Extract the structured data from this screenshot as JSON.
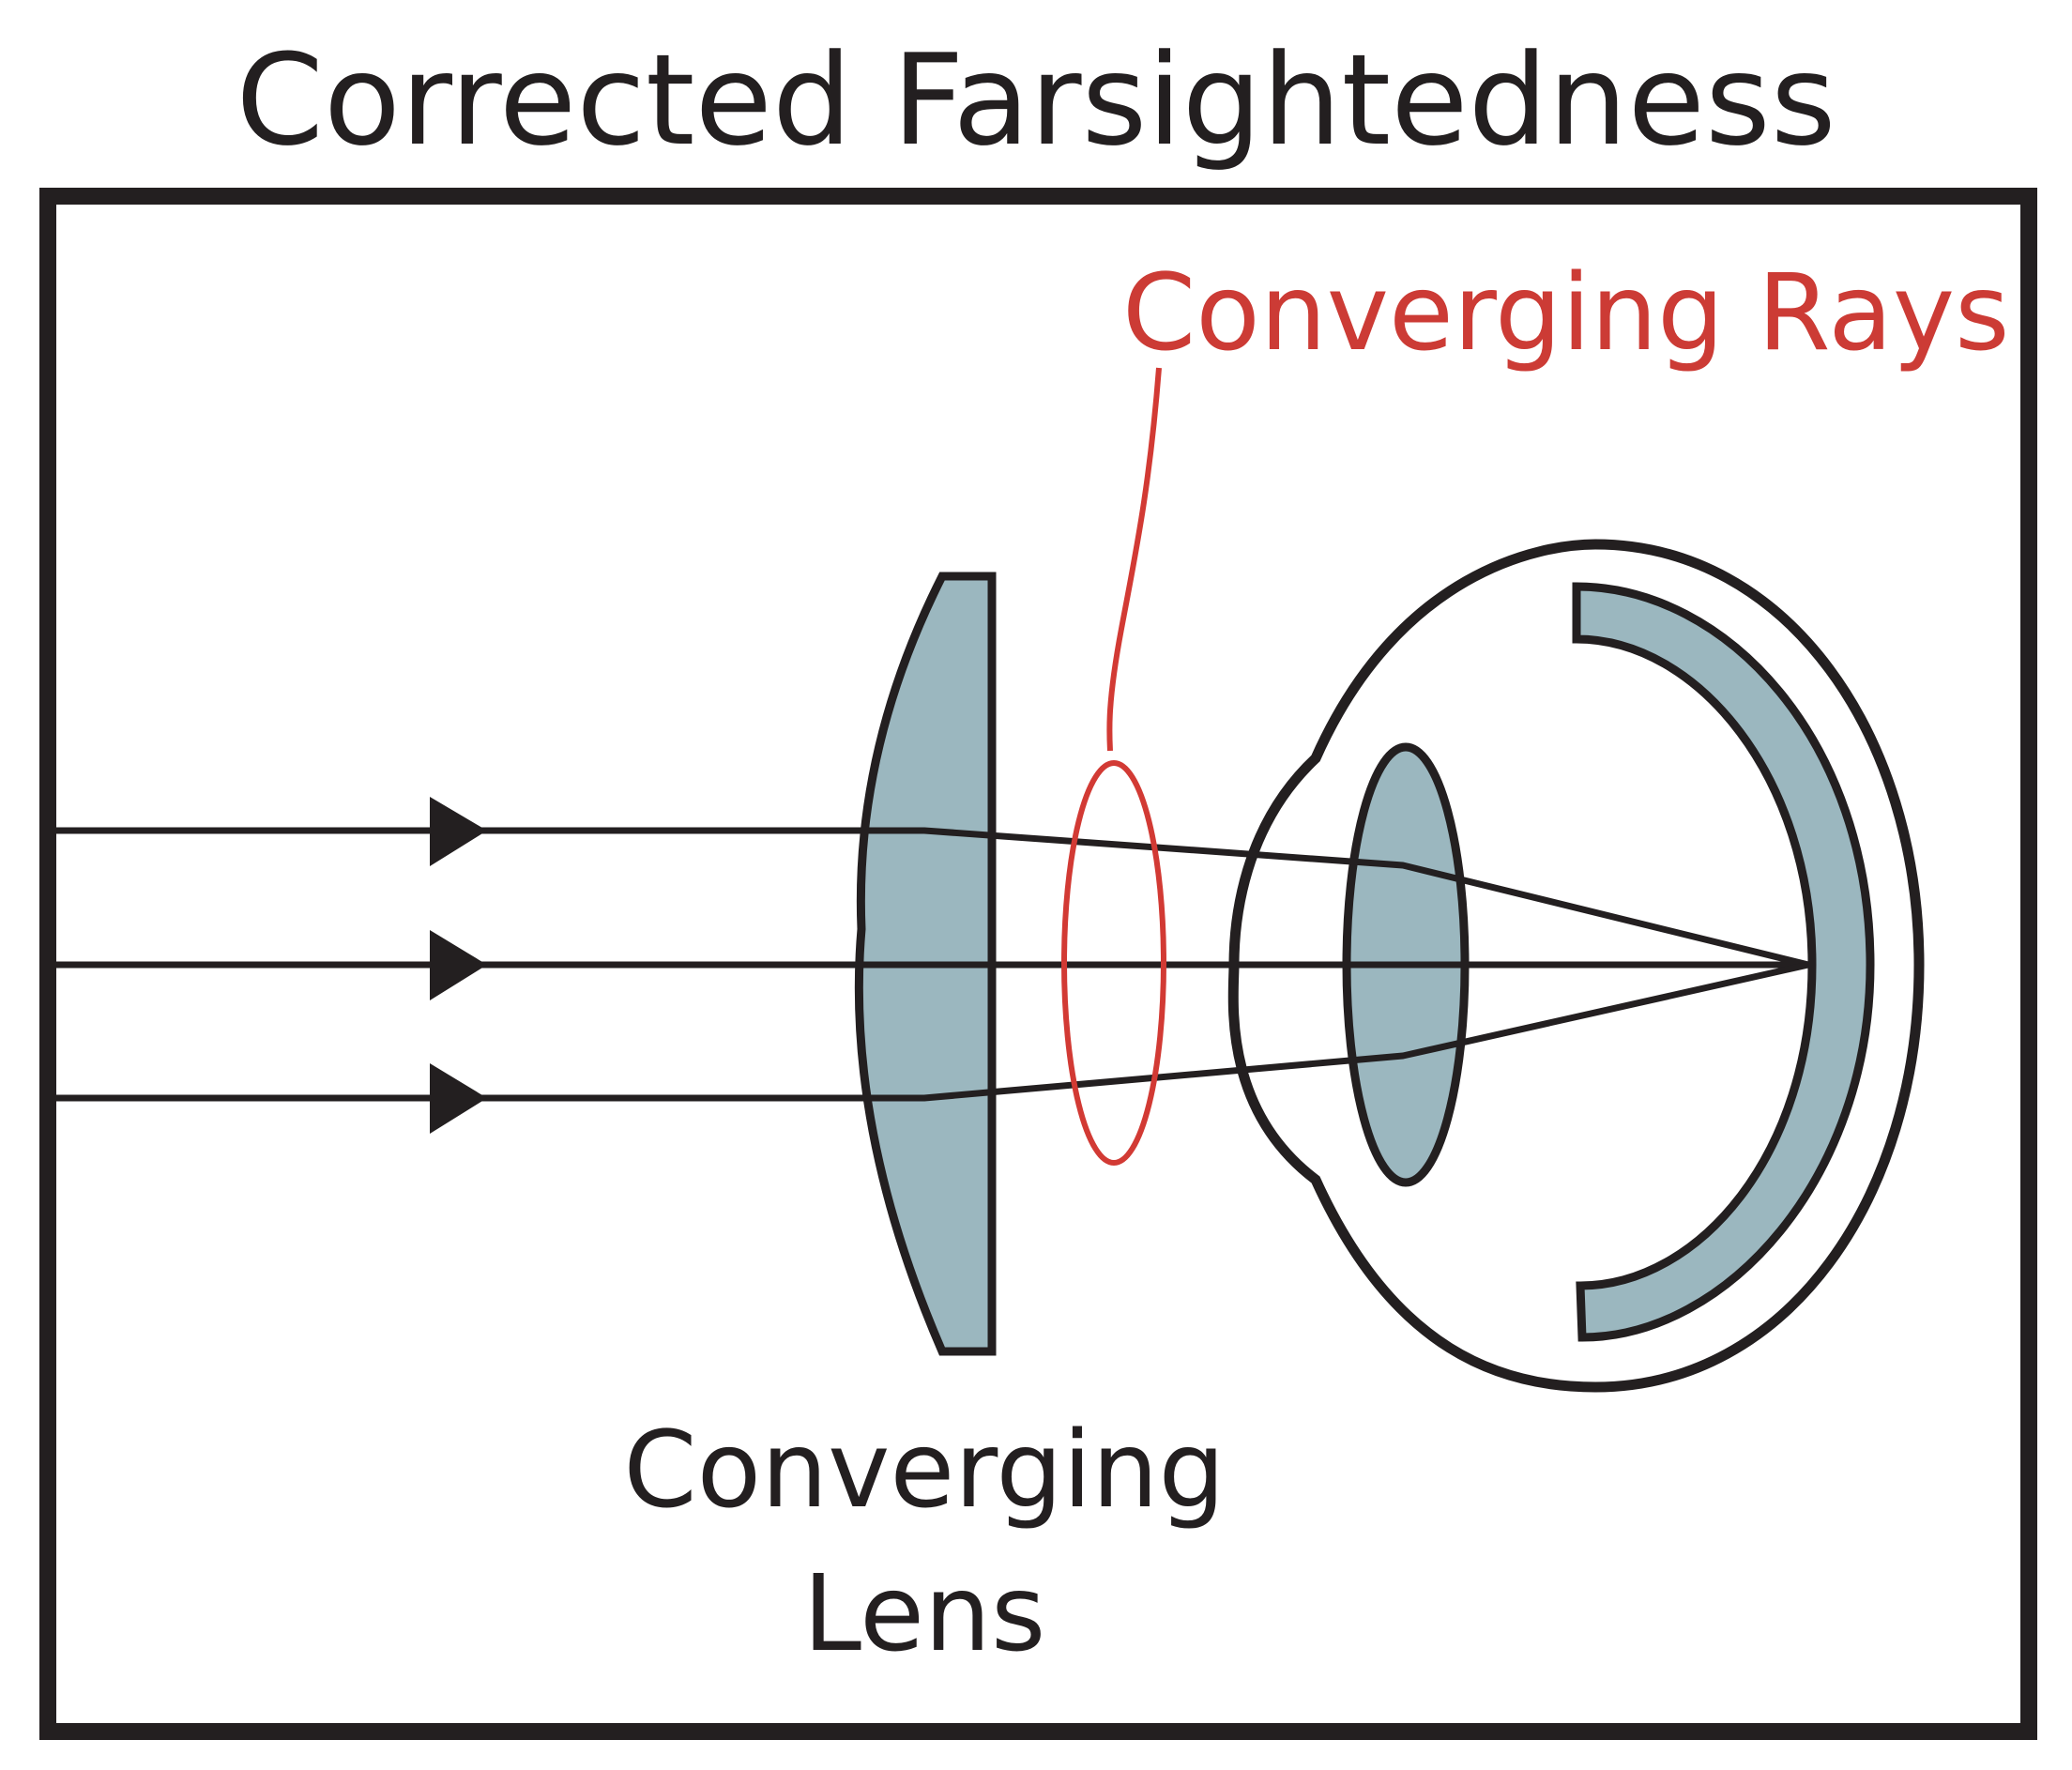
{
  "title": "Corrected Farsightedness",
  "labels": {
    "rays": "Converging Rays",
    "lens_line1": "Converging",
    "lens_line2": "Lens"
  },
  "colors": {
    "outline": "#231f20",
    "lens_fill": "#9bb7bf",
    "annotation": "#d23a34",
    "background": "#ffffff"
  }
}
